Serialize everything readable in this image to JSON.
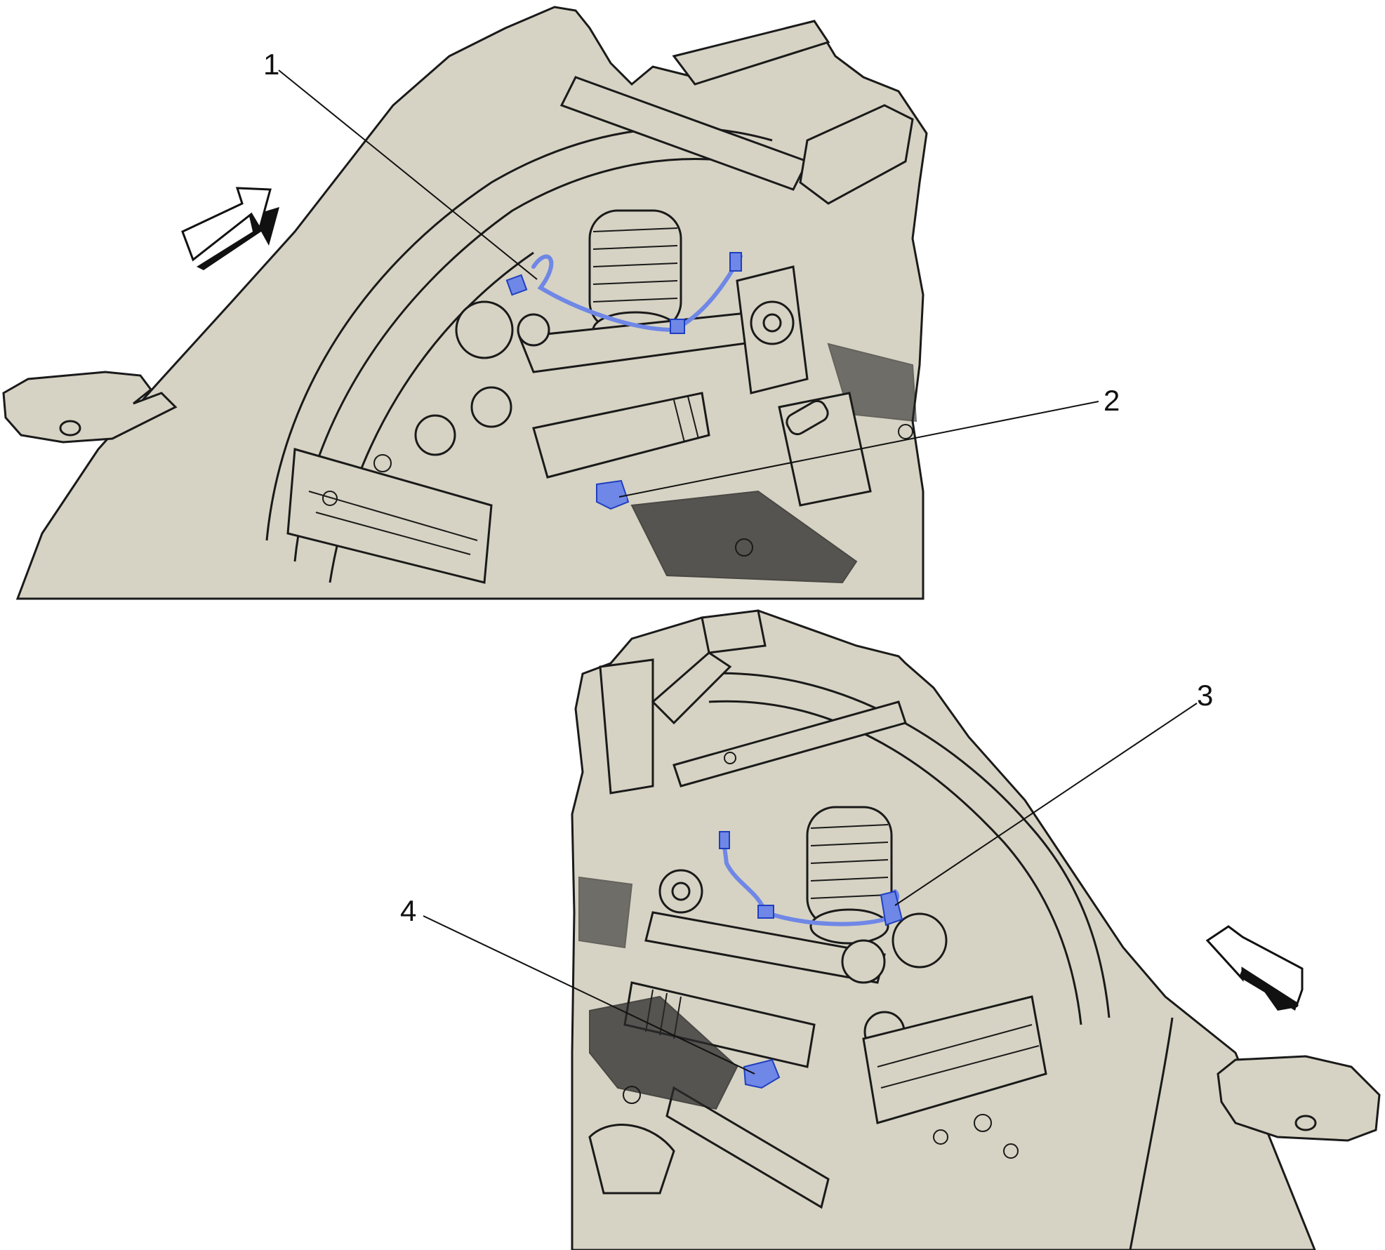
{
  "colors": {
    "panel": "#d6d3c4",
    "highlight": "#6f87e6",
    "dark": "#2a2a2a"
  },
  "callouts": [
    {
      "label": "1"
    },
    {
      "label": "2"
    },
    {
      "label": "3"
    },
    {
      "label": "4"
    }
  ]
}
